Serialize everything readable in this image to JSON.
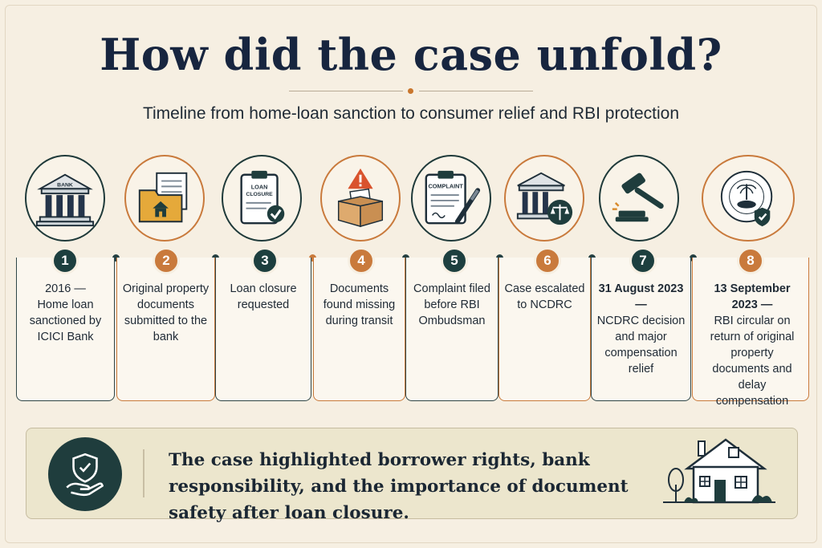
{
  "header": {
    "title": "How did the case unfold?",
    "subtitle": "Timeline from home-loan sanction to consumer relief and RBI protection"
  },
  "colors": {
    "dark_teal": "#1d3f3f",
    "orange": "#c97a3c",
    "background": "#f6efe2",
    "navy": "#17253f"
  },
  "steps": [
    {
      "number": "1",
      "icon": "bank-building-icon",
      "icon_label": "BANK",
      "accent": "dark",
      "date": "2016 —",
      "text": "Home loan sanctioned by ICICI Bank"
    },
    {
      "number": "2",
      "icon": "property-folder-icon",
      "accent": "orange",
      "date": "",
      "text": "Original property documents submitted to the bank"
    },
    {
      "number": "3",
      "icon": "loan-closure-clipboard-icon",
      "icon_label": "LOAN CLOSURE",
      "accent": "dark",
      "date": "",
      "text": "Loan closure requested"
    },
    {
      "number": "4",
      "icon": "missing-box-warning-icon",
      "accent": "orange",
      "date": "",
      "text": "Documents found missing during transit"
    },
    {
      "number": "5",
      "icon": "complaint-clipboard-pen-icon",
      "icon_label": "COMPLAINT",
      "accent": "dark",
      "date": "",
      "text": "Complaint filed before RBI Ombudsman"
    },
    {
      "number": "6",
      "icon": "court-scales-icon",
      "accent": "orange",
      "date": "",
      "text": "Case escalated to NCDRC"
    },
    {
      "number": "7",
      "icon": "gavel-icon",
      "accent": "dark",
      "date": "31 August 2023 —",
      "text": "NCDRC decision and major compensation relief"
    },
    {
      "number": "8",
      "icon": "rbi-seal-shield-icon",
      "accent": "orange",
      "date": "13 September 2023 —",
      "text": "RBI circular on return of original property documents and delay compensation"
    }
  ],
  "footer": {
    "icon": "shield-hand-icon",
    "illustration": "house-icon",
    "message": "The case highlighted borrower rights, bank responsibility, and the importance of document safety after loan closure."
  }
}
